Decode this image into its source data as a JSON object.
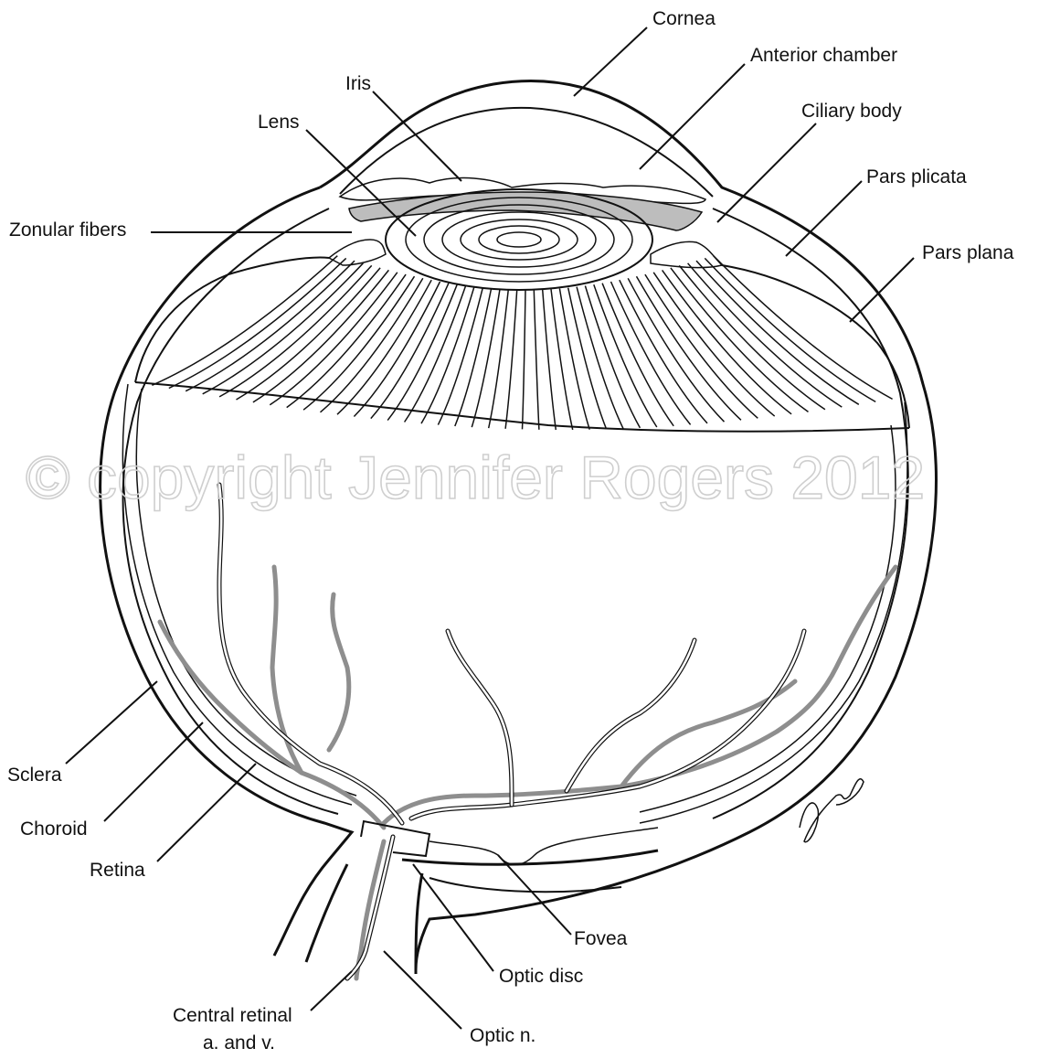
{
  "labels": {
    "cornea": "Cornea",
    "anterior_chamber": "Anterior chamber",
    "iris": "Iris",
    "ciliary_body": "Ciliary body",
    "lens": "Lens",
    "pars_plicata": "Pars plicata",
    "zonular_fibers": "Zonular fibers",
    "pars_plana": "Pars plana",
    "sclera": "Sclera",
    "choroid": "Choroid",
    "retina": "Retina",
    "fovea": "Fovea",
    "optic_disc": "Optic disc",
    "central_retinal_line1": "Central retinal",
    "central_retinal_line2": "a. and v.",
    "optic_n": "Optic n."
  },
  "watermark": "© copyright Jennifer Rogers 2012"
}
